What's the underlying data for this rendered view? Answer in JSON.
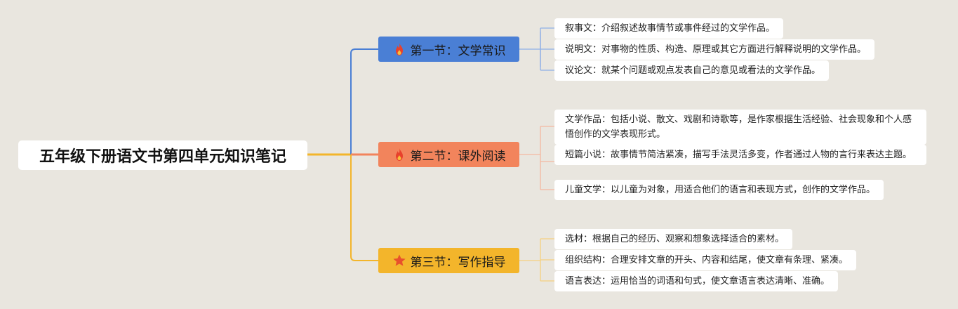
{
  "root": {
    "title": "五年级下册语文书第四单元知识笔记"
  },
  "colors": {
    "background": "#e9e6df",
    "section1": "#4a7fd5",
    "section2": "#f2845c",
    "section3": "#f3b52b"
  },
  "sections": [
    {
      "title": "第一节：文学常识",
      "icon": "flame-icon",
      "leaves": [
        {
          "text": "叙事文：介绍叙述故事情节或事件经过的文学作品。"
        },
        {
          "text": "说明文：对事物的性质、构造、原理或其它方面进行解释说明的文学作品。"
        },
        {
          "text": "议论文：就某个问题或观点发表自己的意见或看法的文学作品。"
        }
      ]
    },
    {
      "title": "第二节：课外阅读",
      "icon": "flame-icon",
      "leaves": [
        {
          "text": "文学作品：包括小说、散文、戏剧和诗歌等，是作家根据生活经验、社会现象和个人感悟创作的文学表现形式。"
        },
        {
          "text": "短篇小说：故事情节简洁紧凑，描写手法灵活多变，作者通过人物的言行来表达主题。"
        },
        {
          "text": "儿童文学：以儿童为对象，用适合他们的语言和表现方式，创作的文学作品。"
        }
      ]
    },
    {
      "title": "第三节：写作指导",
      "icon": "star-icon",
      "leaves": [
        {
          "text": "选材：根据自己的经历、观察和想象选择适合的素材。"
        },
        {
          "text": "组织结构：合理安排文章的开头、内容和结尾，使文章有条理、紧凑。"
        },
        {
          "text": "语言表达：运用恰当的词语和句式，使文章语言表达清晰、准确。"
        }
      ]
    }
  ]
}
